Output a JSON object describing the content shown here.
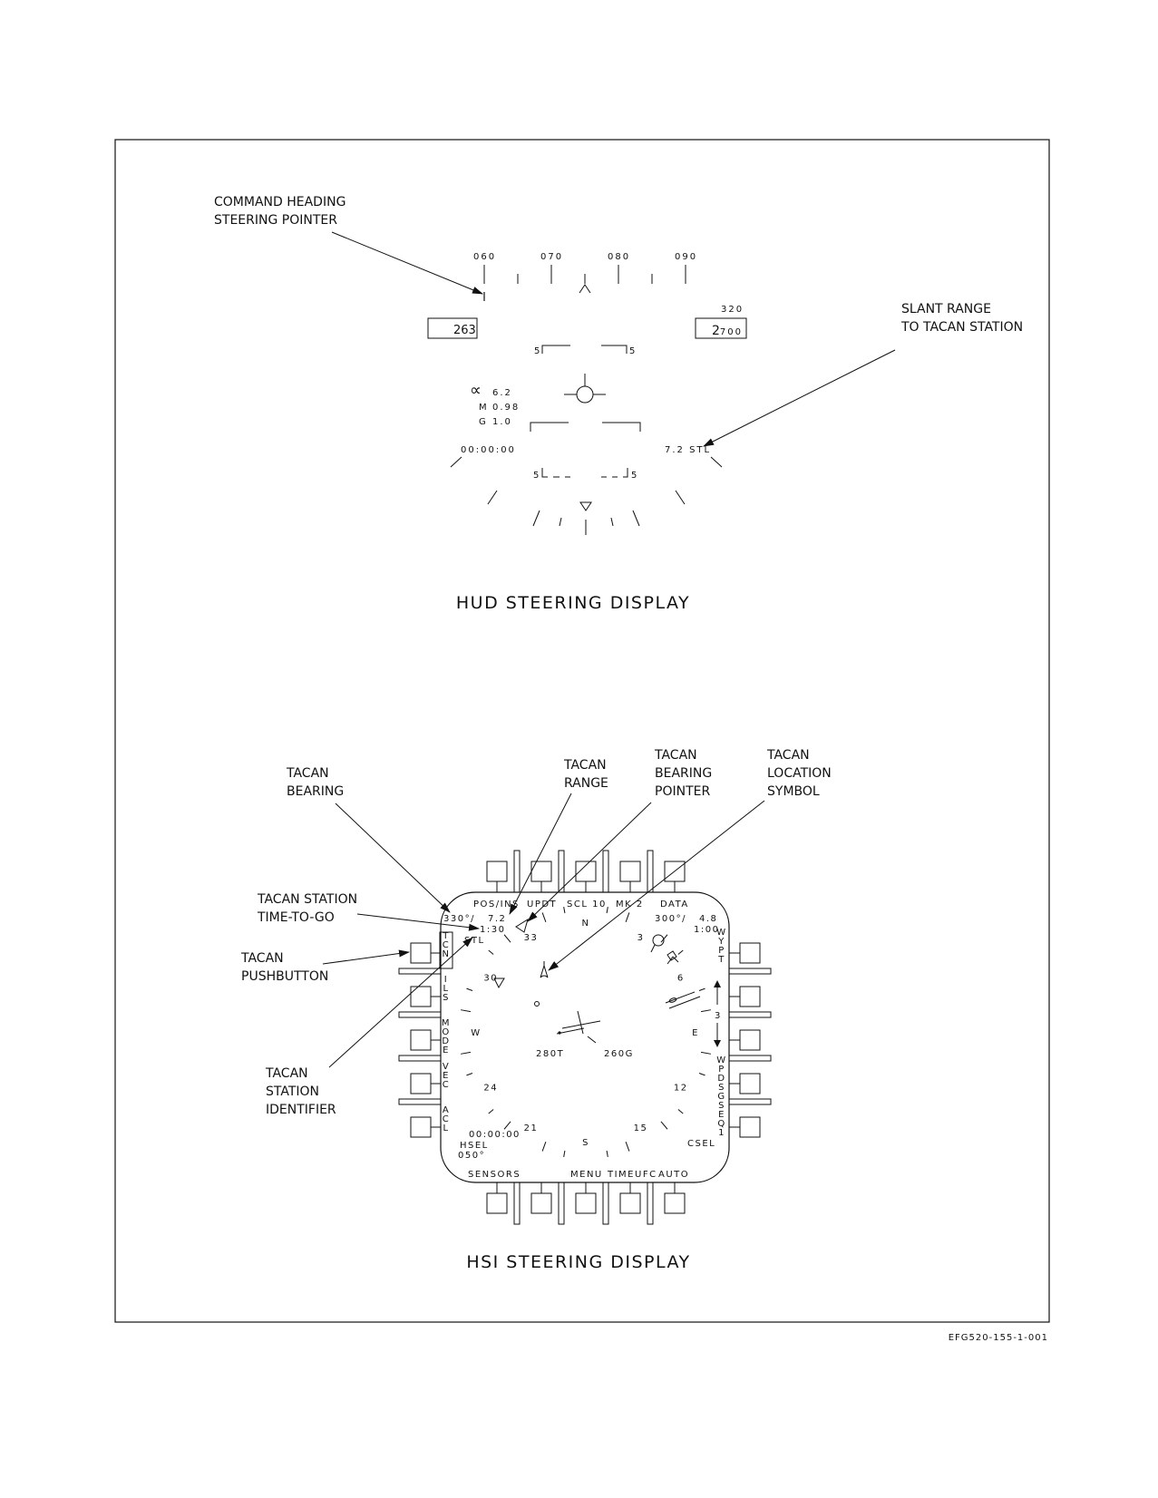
{
  "figure_id": "EFG520-155-1-001",
  "hud": {
    "caption": "HUD STEERING DISPLAY",
    "callouts": {
      "command_heading": [
        "COMMAND HEADING",
        "STEERING POINTER"
      ],
      "slant_range": [
        "SLANT RANGE",
        "TO TACAN STATION"
      ]
    },
    "heading_tape": [
      "060",
      "070",
      "080",
      "090"
    ],
    "airspeed": "263",
    "altitude": "2700",
    "altitude_digits_large": "2",
    "altitude_digits_small": "700",
    "barometric": "320",
    "pitch_label": "5",
    "aoa_value": "6.2",
    "mach_label": "M",
    "mach_value": "0.98",
    "g_label": "G",
    "g_value": "1.0",
    "elapsed_time": "00:00:00",
    "slant_range_readout": "7.2 STL"
  },
  "hsi": {
    "caption": "HSI STEERING DISPLAY",
    "callouts": {
      "tacan_bearing": [
        "TACAN",
        "BEARING"
      ],
      "tacan_range": [
        "TACAN",
        "RANGE"
      ],
      "tacan_bearing_pointer": [
        "TACAN",
        "BEARING",
        "POINTER"
      ],
      "tacan_location_symbol": [
        "TACAN",
        "LOCATION",
        "SYMBOL"
      ],
      "tacan_time_to_go": [
        "TACAN STATION",
        "TIME-TO-GO"
      ],
      "tacan_pushbutton": [
        "TACAN",
        "PUSHBUTTON"
      ],
      "tacan_identifier": [
        "TACAN",
        "STATION",
        "IDENTIFIER"
      ]
    },
    "top_options": [
      "POS/INS",
      "UPDT",
      "SCL 10",
      "MK 2",
      "DATA"
    ],
    "bottom_options": [
      "SENSORS",
      "MENU",
      "TIMEUFC",
      "AUTO"
    ],
    "left_options": [
      "TCN",
      "ILS",
      "MODE",
      "VEC",
      "ACL"
    ],
    "right_options": [
      "WYPT",
      "WPDSG",
      "SEQ1"
    ],
    "tacan_bearing_range": "330°/   7.2",
    "tacan_ttg": "1:30",
    "tacan_id": "STL",
    "waypoint_bearing_range": "300°/   4.8",
    "waypoint_ttg": "1:00",
    "elapsed_time": "00:00:00",
    "hsel_label": "HSEL",
    "hsel_value": "050°",
    "csel_label": "CSEL",
    "true_airspeed": "280T",
    "ground_speed": "260G",
    "compass": [
      "N",
      "3",
      "6",
      "E",
      "12",
      "15",
      "S",
      "21",
      "24",
      "W",
      "30",
      "33"
    ],
    "waypoint_number": "3"
  }
}
